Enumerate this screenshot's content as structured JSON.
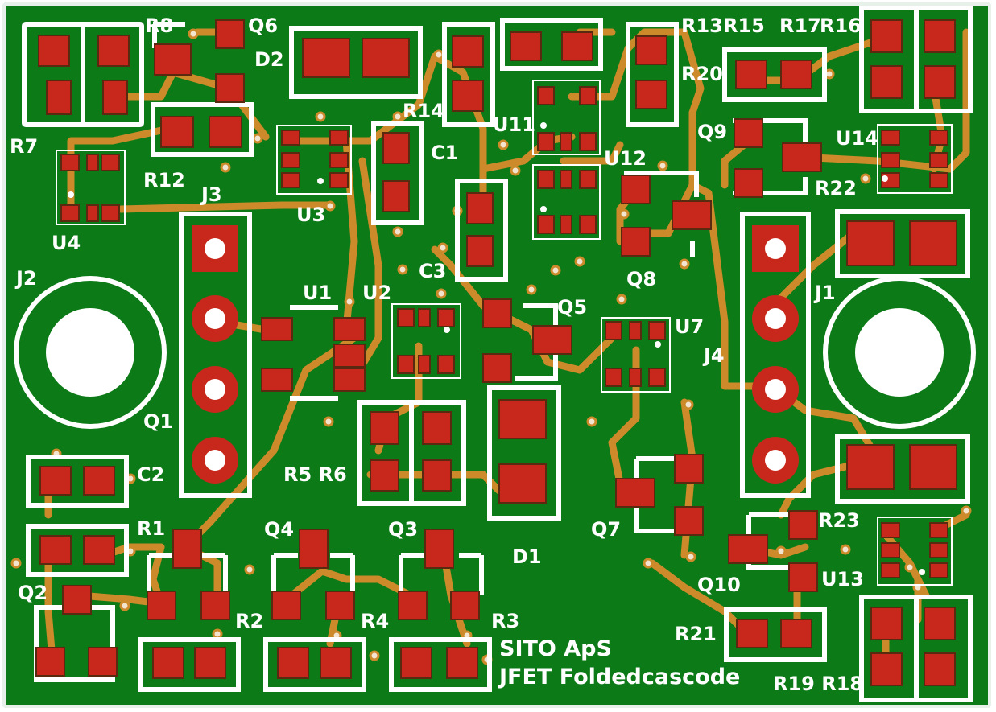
{
  "colors": {
    "board": "#0c7a17",
    "edge": "#e8f0ea",
    "copper": "#cc8a2a",
    "pad": "#c8281c",
    "silk": "#ffffff",
    "via": "#f2e4cf"
  },
  "title": {
    "line1": "SITO ApS",
    "line2": "JFET Foldedcascode"
  },
  "labels": {
    "R8": "R8",
    "Q6": "Q6",
    "D2": "D2",
    "R14": "R14",
    "R13": "R13",
    "R15": "R15",
    "R17": "R17",
    "R16": "R16",
    "R20": "R20",
    "U11": "U11",
    "C1": "C1",
    "U12": "U12",
    "Q9": "Q9",
    "U14": "U14",
    "R22": "R22",
    "R7": "R7",
    "R12": "R12",
    "J3": "J3",
    "U3": "U3",
    "U4": "U4",
    "J2": "J2",
    "C3": "C3",
    "U1": "U1",
    "U2": "U2",
    "Q5": "Q5",
    "Q8": "Q8",
    "J1": "J1",
    "U7": "U7",
    "J4": "J4",
    "Q1": "Q1",
    "C2": "C2",
    "R5R6": "R5 R6",
    "R1": "R1",
    "Q4": "Q4",
    "Q3": "Q3",
    "Q7": "Q7",
    "R23": "R23",
    "D1": "D1",
    "Q2": "Q2",
    "Q10": "Q10",
    "U13": "U13",
    "R2": "R2",
    "R4": "R4",
    "R3": "R3",
    "R21": "R21",
    "R19R18": "R19 R18"
  }
}
